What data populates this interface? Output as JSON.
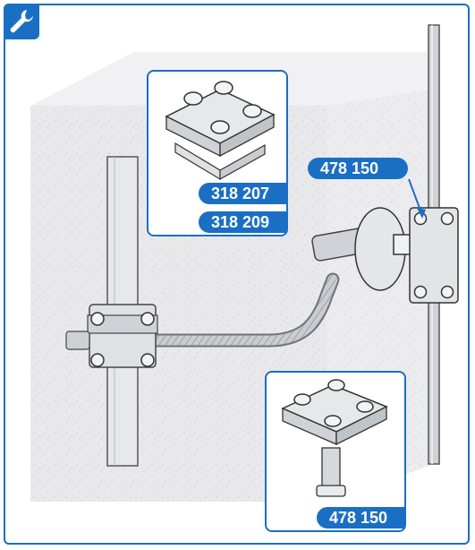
{
  "icons": {
    "corner": "wrench-icon"
  },
  "colors": {
    "accent": "#1a6fc4",
    "wall": "#e8e8ea",
    "metal": "#d9dcdf"
  },
  "labels": {
    "top_inset_1": "318 207",
    "top_inset_2": "318 209",
    "right_callout": "478 150",
    "bottom_inset": "478 150"
  }
}
